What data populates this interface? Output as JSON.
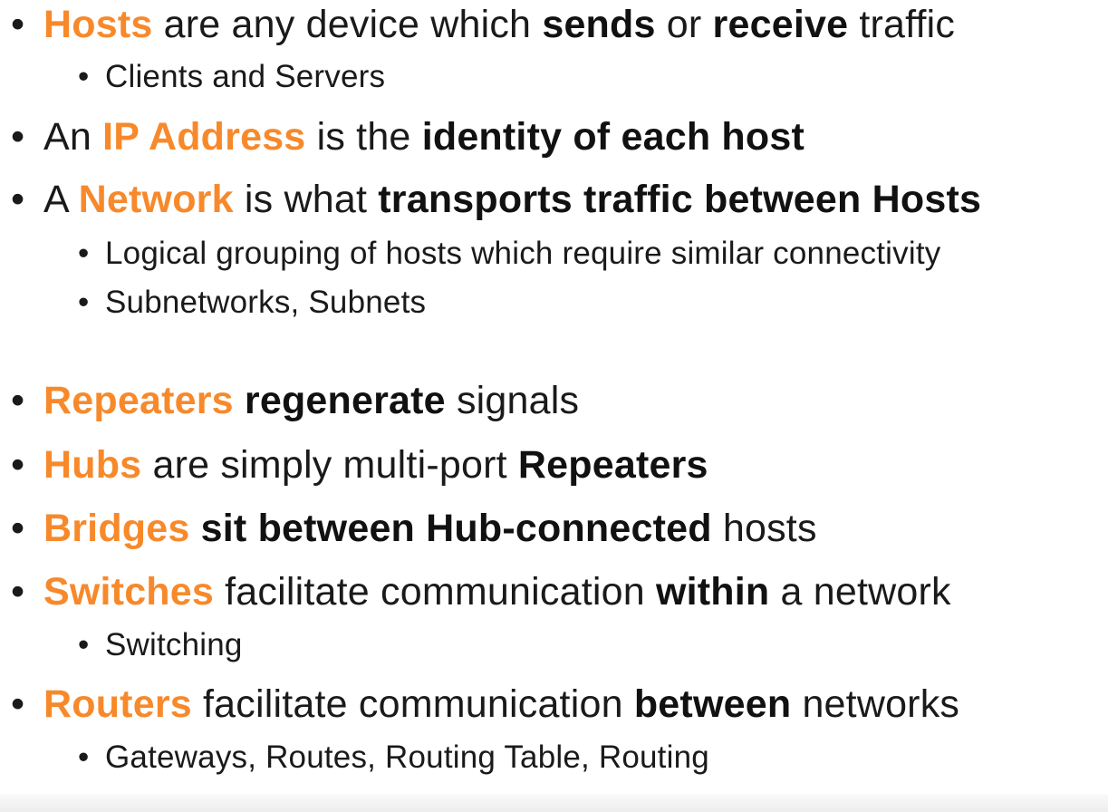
{
  "colors": {
    "accent": "#f7892b",
    "text": "#1a1a1a",
    "background": "#ffffff"
  },
  "bullet_glyph": "•",
  "items": [
    {
      "parts": [
        "Hosts",
        " are any device which ",
        "sends",
        " or ",
        "receive",
        " traffic"
      ]
    },
    {
      "parts": [
        "Clients and Servers"
      ]
    },
    {
      "parts": [
        "An ",
        "IP Address",
        " is the ",
        "identity of each host"
      ]
    },
    {
      "parts": [
        "A ",
        "Network",
        " is what ",
        "transports traffic between Hosts"
      ]
    },
    {
      "parts": [
        "Logical grouping of hosts which require similar connectivity"
      ]
    },
    {
      "parts": [
        "Subnetworks, Subnets"
      ]
    },
    {
      "parts": [
        "Repeaters",
        " ",
        "regenerate",
        " signals"
      ]
    },
    {
      "parts": [
        "Hubs",
        " are simply multi-port ",
        "Repeaters"
      ]
    },
    {
      "parts": [
        "Bridges",
        " ",
        "sit between Hub-connected",
        " hosts"
      ]
    },
    {
      "parts": [
        "Switches",
        " facilitate communication ",
        "within",
        " a network"
      ]
    },
    {
      "parts": [
        "Switching"
      ]
    },
    {
      "parts": [
        "Routers",
        " facilitate communication ",
        "between",
        " networks"
      ]
    },
    {
      "parts": [
        "Gateways, Routes, Routing Table, Routing"
      ]
    }
  ]
}
